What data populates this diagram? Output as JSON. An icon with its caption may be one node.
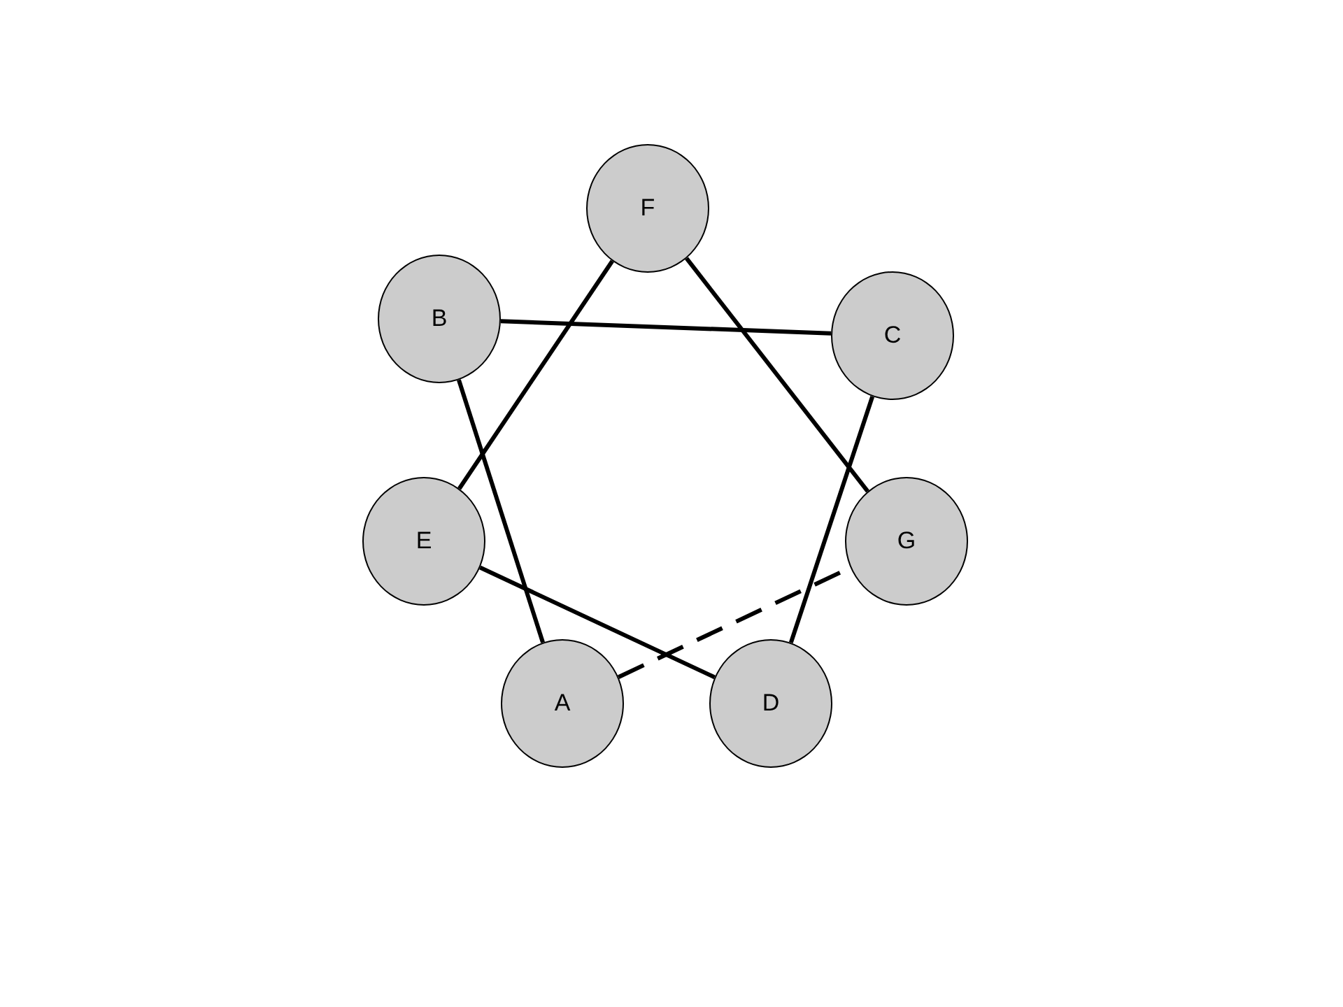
{
  "diagram": {
    "nodes": [
      {
        "text": [
          "F"
        ]
      },
      {
        "text": [
          "B"
        ]
      },
      {
        "text": [
          "C"
        ]
      },
      {
        "text": [
          "E"
        ]
      },
      {
        "text": [
          "G"
        ]
      },
      {
        "text": [
          "A"
        ]
      },
      {
        "text": [
          "D"
        ]
      }
    ],
    "edges": [
      {
        "from": 1,
        "to": 2,
        "arrow": "none"
      },
      {
        "from": 0,
        "to": 3,
        "arrow": "none"
      },
      {
        "from": 0,
        "to": 4,
        "arrow": "none"
      },
      {
        "from": 1,
        "to": 5,
        "arrow": "none"
      },
      {
        "from": 2,
        "to": 6,
        "arrow": "none"
      },
      {
        "from": 3,
        "to": 6,
        "arrow": "none"
      },
      {
        "from": 5,
        "to": 4,
        "arrow": "none",
        "style": "dashed"
      }
    ]
  }
}
